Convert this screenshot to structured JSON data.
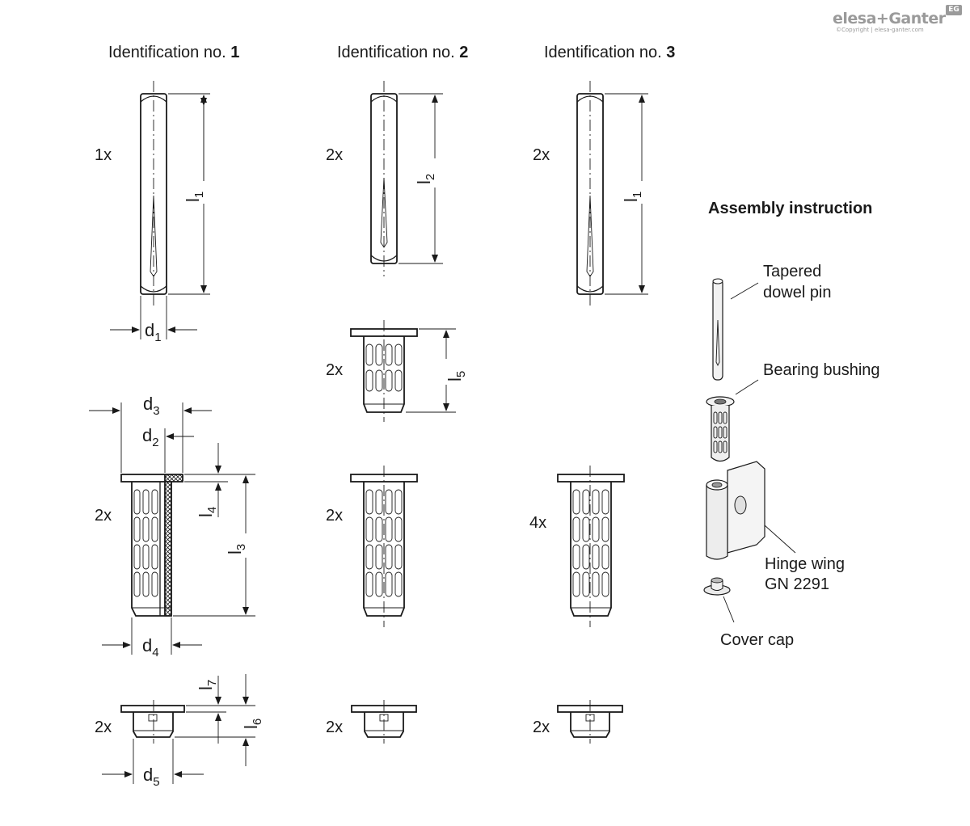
{
  "brand": {
    "name": "elesa+Ganter",
    "badge": "EG",
    "copyright": "©Copyright | elesa-ganter.com"
  },
  "columns": [
    {
      "prefix": "Identification no. ",
      "number": "1"
    },
    {
      "prefix": "Identification no. ",
      "number": "2"
    },
    {
      "prefix": "Identification no. ",
      "number": "3"
    }
  ],
  "quantities": {
    "col1_pin": "1x",
    "col2_pin": "2x",
    "col3_pin": "2x",
    "col2_short_bushing": "2x",
    "col1_long_bushing": "2x",
    "col2_long_bushing": "2x",
    "col3_long_bushing": "4x",
    "col1_cap": "2x",
    "col2_cap": "2x",
    "col3_cap": "2x"
  },
  "dimensions": {
    "l1": {
      "base": "l",
      "sub": "1"
    },
    "l2": {
      "base": "l",
      "sub": "2"
    },
    "l1b": {
      "base": "l",
      "sub": "1"
    },
    "d1": {
      "base": "d",
      "sub": "1"
    },
    "l5": {
      "base": "l",
      "sub": "5"
    },
    "d3": {
      "base": "d",
      "sub": "3"
    },
    "d2": {
      "base": "d",
      "sub": "2"
    },
    "l4": {
      "base": "l",
      "sub": "4"
    },
    "l3": {
      "base": "l",
      "sub": "3"
    },
    "d4": {
      "base": "d",
      "sub": "4"
    },
    "l7": {
      "base": "l",
      "sub": "7"
    },
    "l6": {
      "base": "l",
      "sub": "6"
    },
    "d5": {
      "base": "d",
      "sub": "5"
    }
  },
  "assembly": {
    "title": "Assembly instruction",
    "pin_label_1": "Tapered",
    "pin_label_2": "dowel pin",
    "bushing_label": "Bearing bushing",
    "wing_label_1": "Hinge wing",
    "wing_label_2": "GN 2291",
    "cap_label": "Cover cap"
  }
}
